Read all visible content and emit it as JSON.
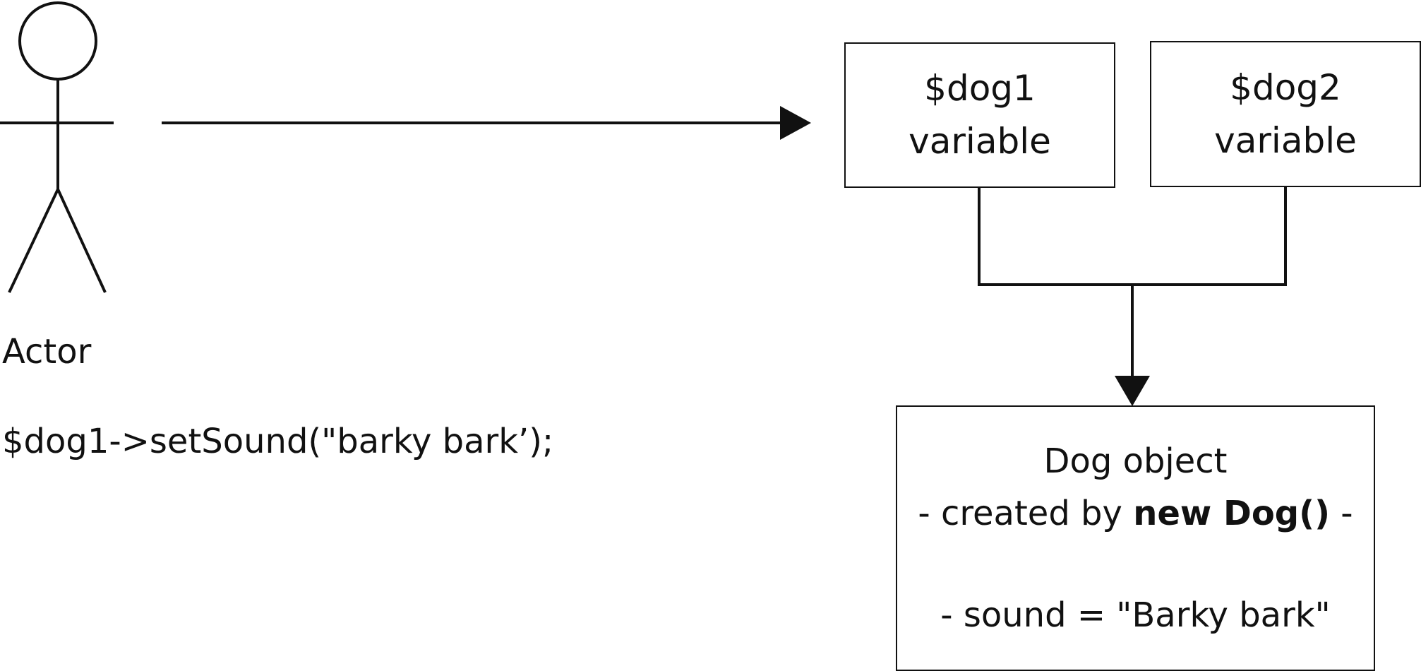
{
  "actor": {
    "label": "Actor"
  },
  "code": {
    "line": "$dog1->setSound(\"barky bark’);"
  },
  "variables": [
    {
      "line1": "$dog1",
      "line2": "variable"
    },
    {
      "line1": "$dog2",
      "line2": "variable"
    }
  ],
  "object": {
    "title": "Dog object",
    "created_prefix": "- created by ",
    "created_code": "new Dog()",
    "created_suffix": " -",
    "property": "- sound = \"Barky bark\""
  },
  "colors": {
    "stroke": "#111111",
    "background": "#ffffff"
  }
}
